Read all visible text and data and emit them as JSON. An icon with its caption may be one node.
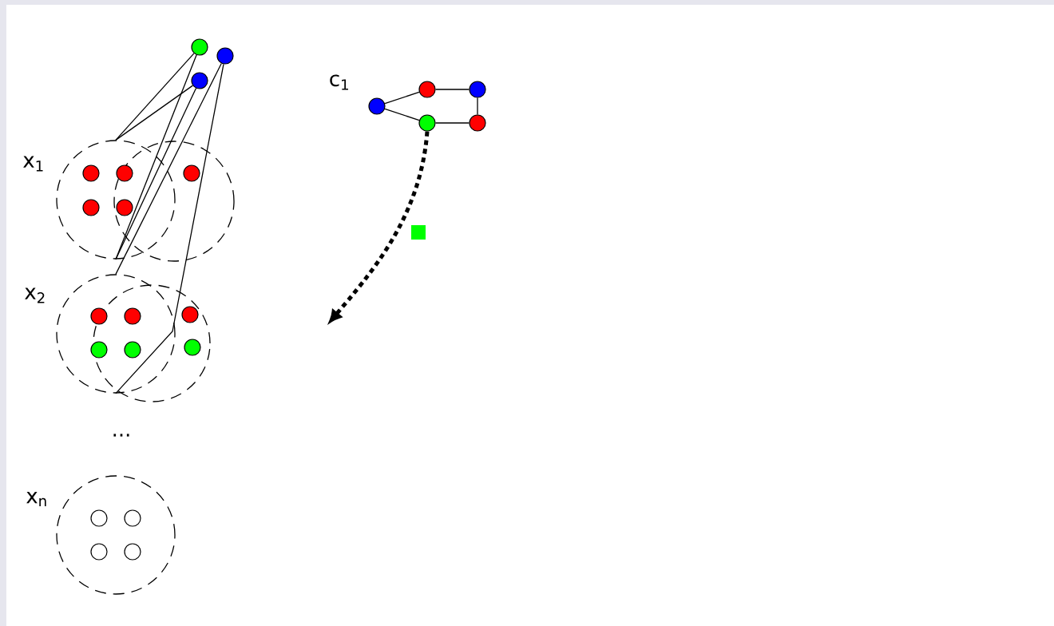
{
  "diagram": {
    "nodes": [
      {
        "text": [],
        "shape": "circle"
      },
      {
        "text": [],
        "shape": "circle"
      },
      {
        "text": [],
        "shape": "circle"
      },
      {
        "text": [],
        "shape": "circle"
      },
      {
        "text": [],
        "shape": "circle"
      },
      {
        "text": [],
        "shape": "circle",
        "in": 3
      },
      {
        "text": [],
        "shape": "circle"
      },
      {
        "text": [],
        "shape": "circle",
        "in": 3
      },
      {
        "text": [],
        "shape": "circle"
      },
      {
        "text": [],
        "shape": "circle",
        "in": 4
      },
      {
        "text": [],
        "shape": "circle"
      },
      {
        "text": [],
        "shape": "circle"
      },
      {
        "text": [],
        "shape": "circle",
        "in": 10
      },
      {
        "text": [],
        "shape": "circle"
      },
      {
        "text": [],
        "shape": "circle",
        "in": 10
      },
      {
        "text": [],
        "shape": "circle"
      },
      {
        "text": [],
        "shape": "circle",
        "in": 11
      },
      {
        "text": [],
        "shape": "circle",
        "in": 11
      },
      {
        "text": [],
        "shape": "circle"
      },
      {
        "text": [],
        "shape": "circle",
        "in": 18
      },
      {
        "text": [],
        "shape": "circle",
        "in": 18
      },
      {
        "text": [],
        "shape": "circle",
        "in": 18
      },
      {
        "text": [],
        "shape": "circle",
        "in": 18
      },
      {
        "text": [],
        "shape": "circle"
      },
      {
        "text": [],
        "shape": "circle"
      },
      {
        "text": [],
        "shape": "circle"
      },
      {
        "text": [],
        "shape": "circle"
      },
      {
        "text": [],
        "shape": "circle"
      }
    ],
    "edges": [
      {
        "from": 0,
        "to": 3,
        "arrow": "none"
      },
      {
        "from": 2,
        "to": 3,
        "arrow": "none"
      },
      {
        "from": 0,
        "to": 3,
        "arrow": "none"
      },
      {
        "from": 2,
        "to": 3,
        "arrow": "none"
      },
      {
        "from": 1,
        "to": 10,
        "arrow": "none"
      },
      {
        "from": 1,
        "to": 10,
        "arrow": "none"
      },
      {
        "from": 23,
        "to": 24,
        "arrow": "none"
      },
      {
        "from": 23,
        "to": 26,
        "arrow": "none"
      },
      {
        "from": 24,
        "to": 25,
        "arrow": "none"
      },
      {
        "from": 25,
        "to": 27,
        "arrow": "none"
      },
      {
        "from": 26,
        "to": 27,
        "arrow": "none"
      },
      {
        "from": 26,
        "to": null,
        "arrow": "to",
        "style": "dashed"
      }
    ],
    "labels": [
      "x$_{1}$",
      "x$_{2}$",
      "...",
      "x$_{n}$",
      "c$_{1}$"
    ]
  }
}
